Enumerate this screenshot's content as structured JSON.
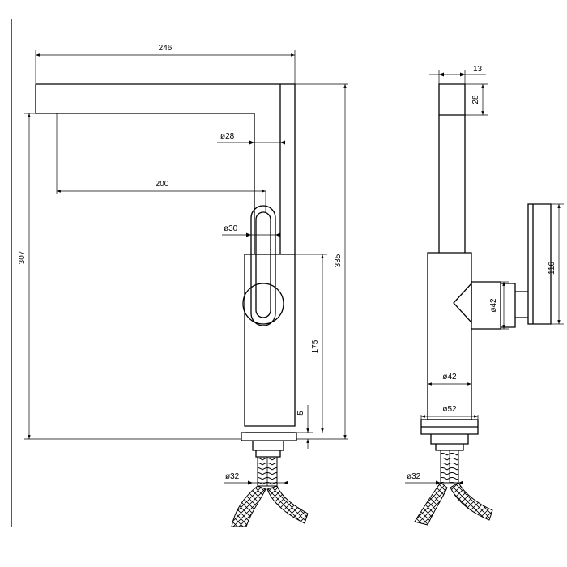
{
  "drawing": {
    "views": [
      "front-view",
      "side-view"
    ],
    "dimensions": {
      "overall_width": "246",
      "spout_reach": "200",
      "total_height": "335",
      "spout_height": "307",
      "body_height": "175",
      "base_thickness": "5",
      "spout_diameter": "ø28",
      "handle_diameter": "ø30",
      "hose_diameter_front": "ø32",
      "outlet_width": "13",
      "outlet_height": "28",
      "handle_height": "116",
      "handle_hub_diameter": "ø42",
      "body_diameter": "ø42",
      "base_diameter": "ø52",
      "hose_diameter_side": "ø32"
    }
  }
}
